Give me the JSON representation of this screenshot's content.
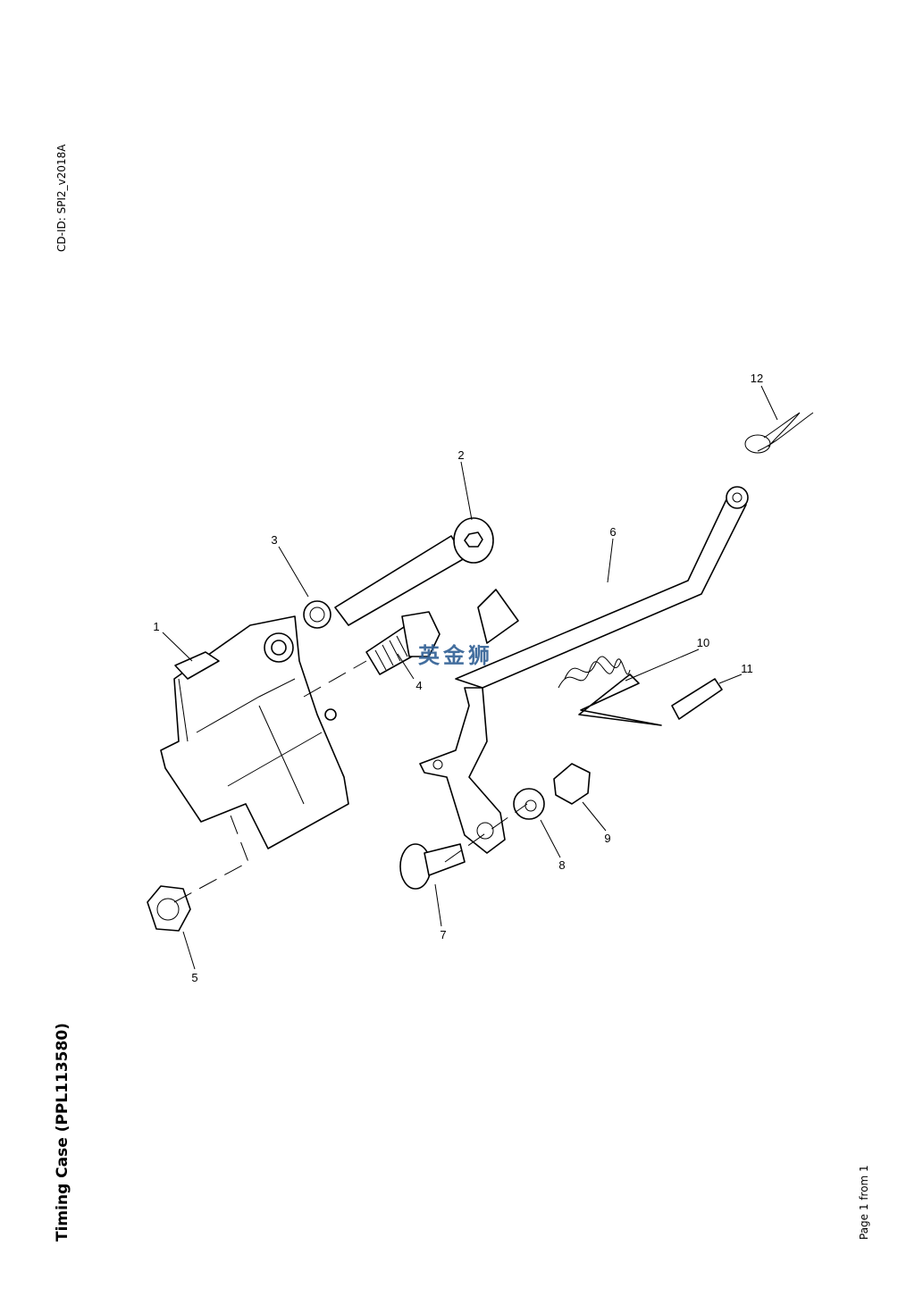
{
  "document": {
    "cd_id": "CD-ID: SPI2_v2018A",
    "title": "Timing Case (PPL113580)",
    "page_indicator": "Page 1 from 1",
    "watermark": "英金狮"
  },
  "callouts": [
    "1",
    "2",
    "3",
    "4",
    "5",
    "6",
    "7",
    "8",
    "9",
    "10",
    "11",
    "12"
  ]
}
